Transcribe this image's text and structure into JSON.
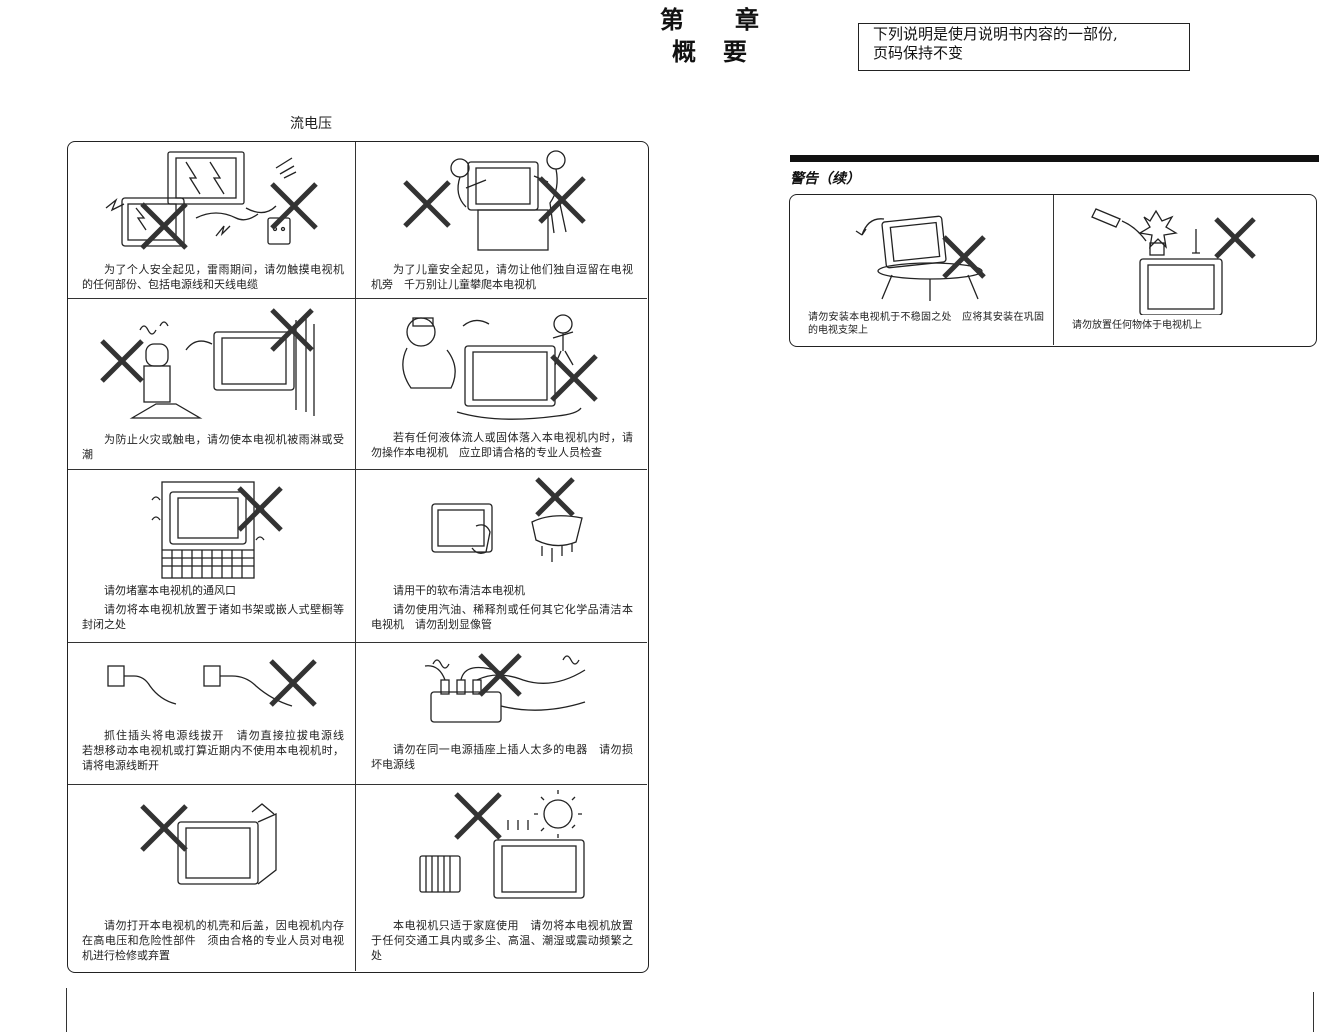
{
  "chapter": {
    "line1_left": "第",
    "line1_right": "章",
    "line2_left": "概",
    "line2_right": "要"
  },
  "note_box": {
    "line1": "下列说明是使月说明书内容的一部份,",
    "line2": "页码保持不变"
  },
  "top_label": "流电压",
  "left_panel": {
    "cells": [
      {
        "id": "lightning",
        "text": [
          "为了个人安全起见，雷雨期间，请勿触摸电视机的任何部份、包括电源线和天线电缆"
        ]
      },
      {
        "id": "children",
        "text": [
          "为了儿童安全起见，请勿让他们独自逗留在电视机旁　千万别让儿童攀爬本电视机"
        ]
      },
      {
        "id": "rain",
        "text": [
          "为防止火灾或触电，请勿使本电视机被雨淋或受潮"
        ]
      },
      {
        "id": "liquid",
        "text": [
          "若有任何液体流人或固体落入本电视机内时，请勿操作本电视机　应立即请合格的专业人员检查"
        ]
      },
      {
        "id": "ventilation",
        "text": [
          "请勿堵塞本电视机的通风口",
          "请勿将本电视机放置于诸如书架或嵌人式壁橱等封闭之处"
        ]
      },
      {
        "id": "cleaning",
        "text": [
          "请用干的软布清洁本电视机",
          "请勿使用汽油、稀释剂或任何其它化学品清洁本电视机　请勿刮划显像管"
        ]
      },
      {
        "id": "plug",
        "text": [
          "抓住插头将电源线拔开　请勿直接拉拔电源线　若想移动本电视机或打算近期内不使用本电视机时，请将电源线断开"
        ]
      },
      {
        "id": "outlet",
        "text": [
          "请勿在同一电源插座上插人太多的电器　请勿损坏电源线"
        ]
      },
      {
        "id": "cabinet",
        "text": [
          "请勿打开本电视机的机壳和后盖，因电视机内存在高电压和危险性部件　须由合格的专业人员对电视机进行检修或弃置"
        ]
      },
      {
        "id": "heat",
        "text": [
          "本电视机只适于家庭使用　请勿将本电视机放置于任何交通工具内或多尘、高温、潮湿或震动频繁之处"
        ]
      }
    ]
  },
  "right_section": {
    "heading": "警告（续）",
    "cells": [
      {
        "id": "unstable",
        "text": [
          "请勿安装本电视机于不稳固之处　应将其安装在巩固的电视支架上"
        ]
      },
      {
        "id": "objects",
        "text": [
          "请勿放置任何物体于电视机上"
        ]
      }
    ]
  },
  "colors": {
    "ink": "#1a1a1a",
    "line": "#222222",
    "background": "#ffffff"
  }
}
